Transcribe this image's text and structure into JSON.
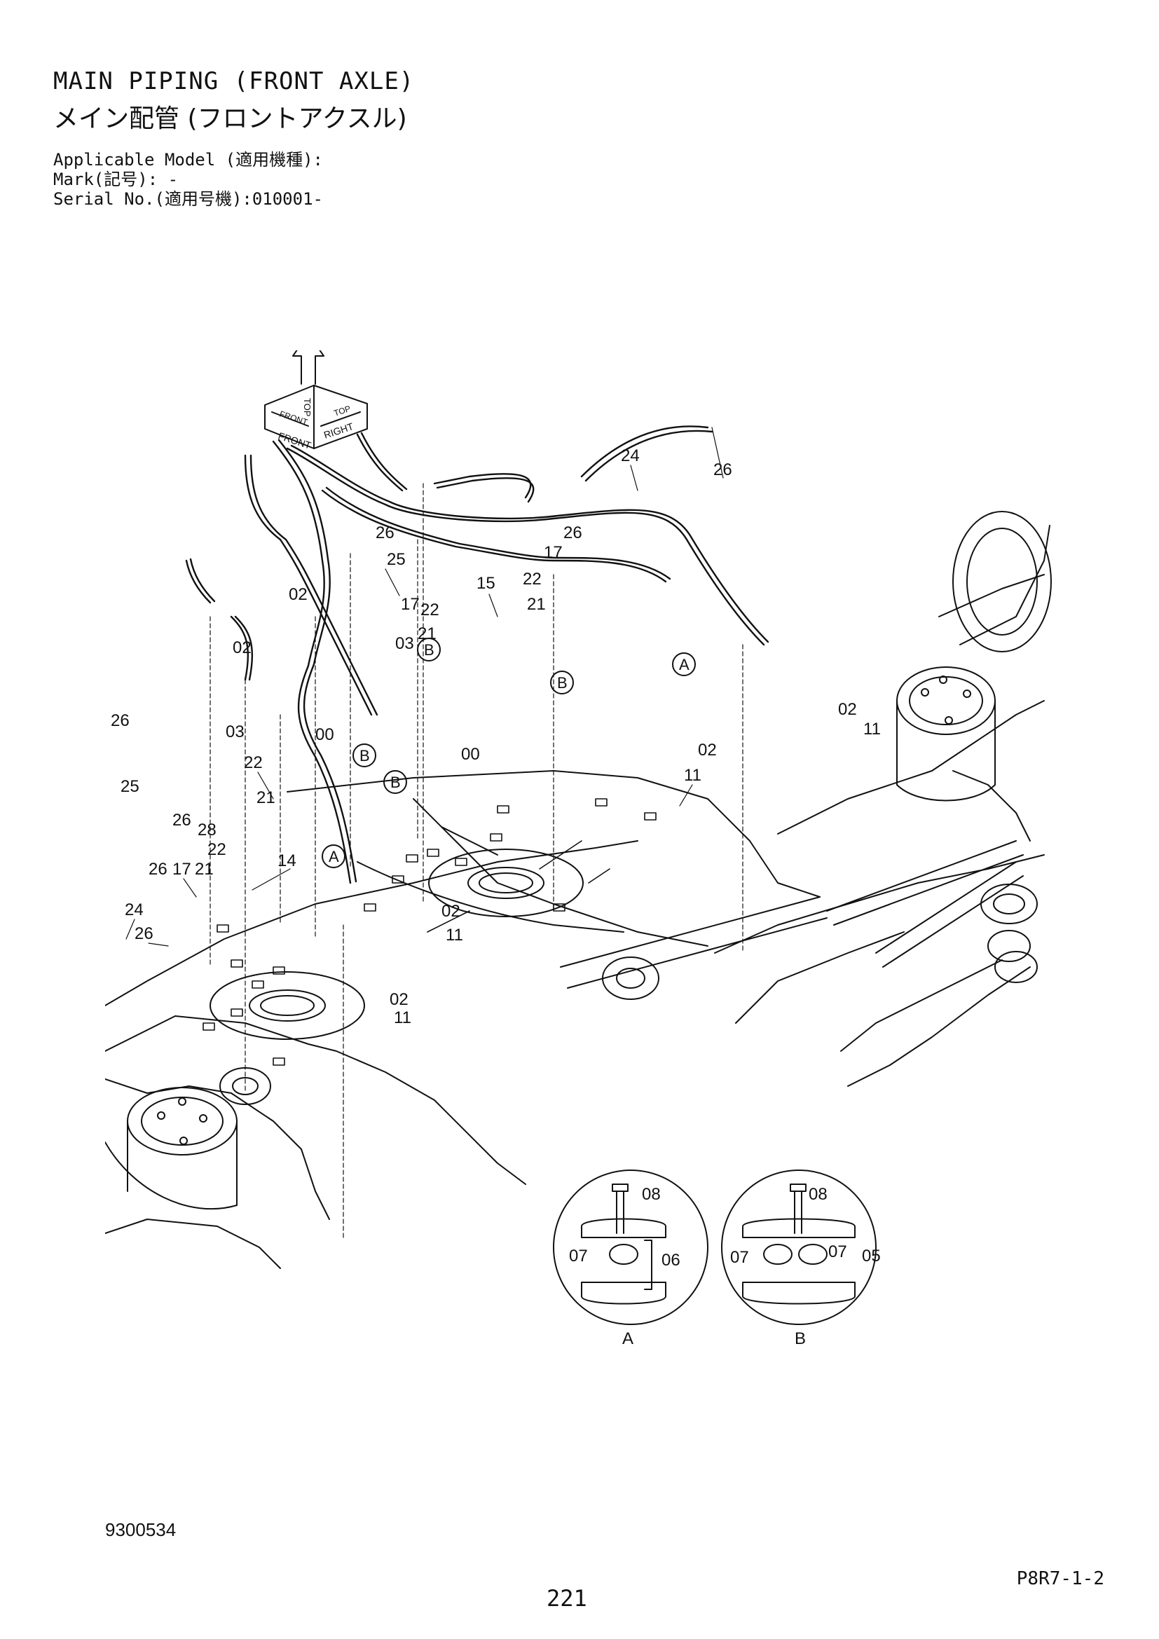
{
  "header": {
    "title_en": "MAIN PIPING (FRONT AXLE)",
    "title_jp": "メイン配管 (フロントアクスル)",
    "applicable_model": "Applicable Model (適用機種):",
    "mark": "Mark(記号): -",
    "serial": "Serial No.(適用号機):010001-"
  },
  "orientation_icon": {
    "labels": [
      "FRONT",
      "RIGHT",
      "TOP",
      "FRONT",
      "TOP"
    ]
  },
  "callouts": [
    "26",
    "24",
    "26",
    "17",
    "25",
    "26",
    "22",
    "15",
    "02",
    "17",
    "22",
    "21",
    "21",
    "03",
    "02",
    "B",
    "B",
    "A",
    "02",
    "11",
    "26",
    "03",
    "00",
    "00",
    "02",
    "22",
    "B",
    "11",
    "25",
    "21",
    "B",
    "26",
    "28",
    "22",
    "14",
    "26",
    "17",
    "21",
    "A",
    "02",
    "24",
    "11",
    "26",
    "02",
    "11"
  ],
  "circle_markers": [
    "B",
    "B",
    "A",
    "B",
    "B",
    "A"
  ],
  "detail_a": {
    "label": "A",
    "parts": [
      "08",
      "07",
      "06"
    ]
  },
  "detail_b": {
    "label": "B",
    "parts": [
      "08",
      "07",
      "07",
      "05"
    ]
  },
  "footer": {
    "figure_number": "9300534",
    "page_code": "P8R7-1-2",
    "page_number": "221"
  }
}
